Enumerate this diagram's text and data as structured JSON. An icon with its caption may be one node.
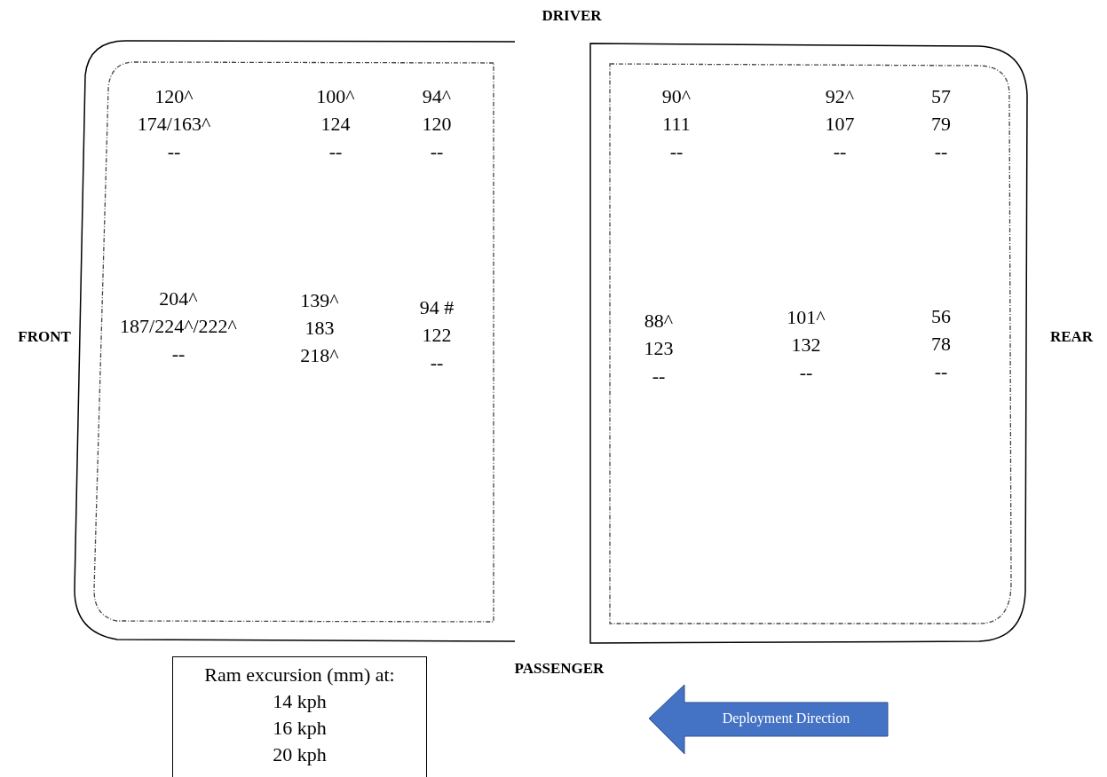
{
  "diagram": {
    "nodes": [
      {
        "text": [
          "120^",
          "174/163^",
          "--",
          "100^",
          "124",
          "--",
          "94^",
          "120",
          "--",
          "204^",
          "187/224^/222^",
          "--",
          "139^",
          "183",
          "218^",
          "94 #",
          "122",
          "--"
        ]
      },
      {
        "text": [
          "90^",
          "111",
          "--",
          "92^",
          "107",
          "--",
          "57",
          "79",
          "--",
          "88^",
          "123",
          "--",
          "101^",
          "132",
          "--",
          "56",
          "78",
          "--"
        ]
      },
      {
        "text": [
          "Ram excursion (mm) at:",
          "14 kph",
          "16 kph",
          "20 kph"
        ]
      },
      {
        "text": [
          "Deployment Direction"
        ]
      }
    ],
    "labels": [
      "DRIVER",
      "FRONT",
      "REAR",
      "PASSENGER"
    ]
  }
}
